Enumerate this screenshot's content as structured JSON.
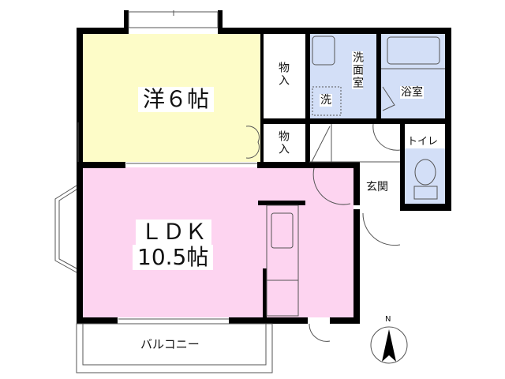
{
  "rooms": {
    "western": {
      "label": "洋６帖",
      "color": "#fdfcc8"
    },
    "ldk": {
      "label_line1": "ＬＤＫ",
      "label_line2": "10.5帖",
      "color": "#fdd4f0"
    },
    "closet_upper": {
      "label": "物入"
    },
    "closet_lower": {
      "label": "物入"
    },
    "washroom": {
      "label": "洗面室",
      "color": "#d3dff7"
    },
    "washer": {
      "label": "洗"
    },
    "bathroom": {
      "label": "浴室",
      "color": "#d3dff7"
    },
    "toilet": {
      "label": "トイレ",
      "color": "#d3dff7"
    },
    "entrance": {
      "label": "玄関"
    },
    "balcony": {
      "label": "バルコニー"
    }
  },
  "compass": {
    "label": "N"
  },
  "colors": {
    "wall": "#000000",
    "line": "#555555"
  }
}
